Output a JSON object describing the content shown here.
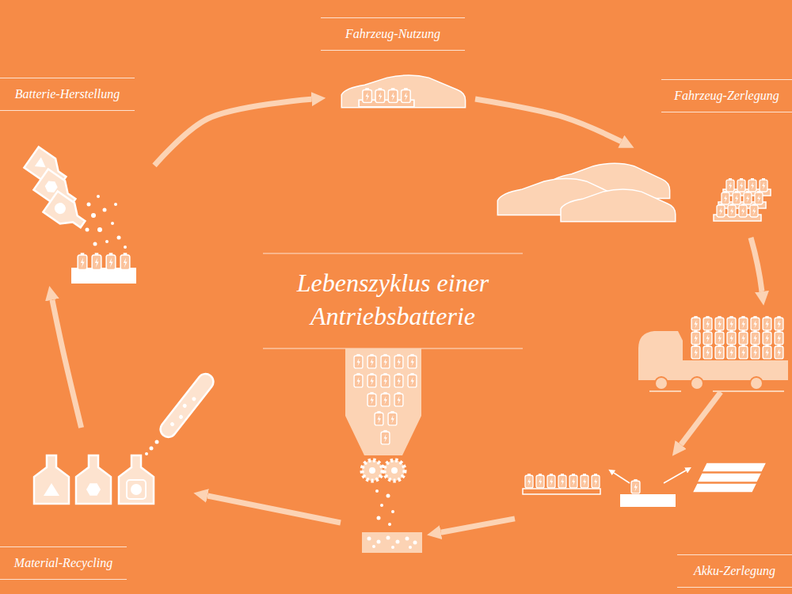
{
  "diagram": {
    "title": "Lebenszyklus einer Antriebsbatterie",
    "nodes": [
      {
        "text": [
          "Batterie-Herstellung"
        ]
      },
      {
        "text": [
          "Fahrzeug-Nutzung"
        ]
      },
      {
        "text": [
          "Fahrzeug-Zerlegung"
        ]
      },
      {
        "text": [
          "Akku-Zerlegung"
        ]
      },
      {
        "text": [
          "Material-Recycling"
        ]
      }
    ],
    "edges": [
      {
        "from": 0,
        "to": 1,
        "arrow": "to"
      },
      {
        "from": 1,
        "to": 2,
        "arrow": "to"
      },
      {
        "from": 2,
        "to": 3,
        "arrow": "to"
      },
      {
        "from": 3,
        "to": 4,
        "arrow": "to"
      },
      {
        "from": 4,
        "to": 0,
        "arrow": "to"
      }
    ]
  }
}
